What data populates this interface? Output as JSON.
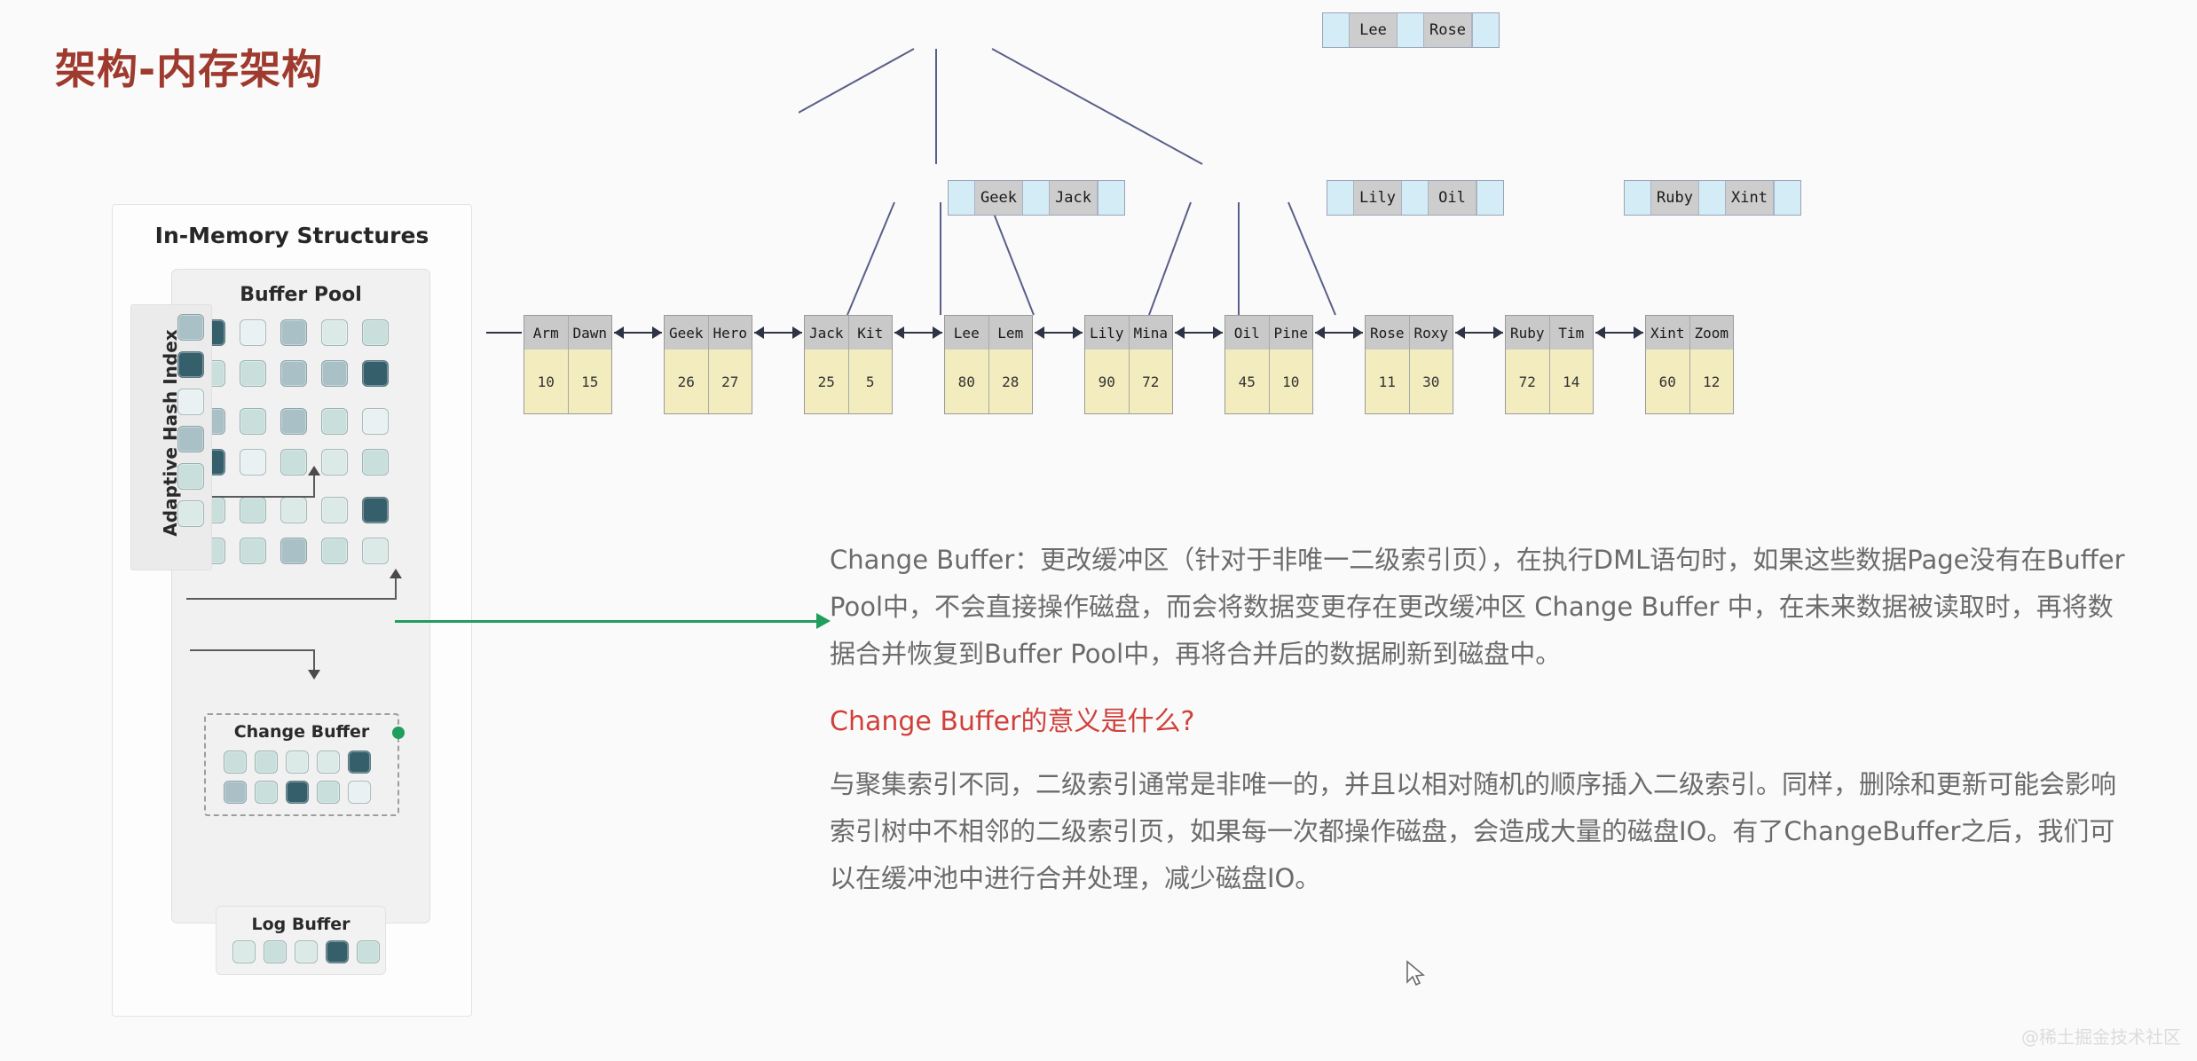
{
  "page": {
    "title": "架构-内存架构",
    "title_color": "#9e3a2e",
    "watermark": "@稀土掘金技术社区",
    "background": "#fbfafa"
  },
  "memory_diagram": {
    "heading": "In-Memory Structures",
    "buffer_pool_label": "Buffer Pool",
    "adaptive_hash_index_label": "Adaptive Hash Index",
    "change_buffer_label": "Change Buffer",
    "log_buffer_label": "Log Buffer",
    "connector_color": "#1f9e5c",
    "tile_palette": {
      "dark": "#355f6b",
      "mid": "#a8c0c6",
      "light": "#c8dfdc",
      "pale": "#dbeae7",
      "white": "#e9f1f2"
    },
    "adaptive_hash_index_tiles": [
      "mid",
      "dark",
      "white",
      "mid",
      "light",
      "pale"
    ],
    "buffer_pool_tiles": [
      [
        "dark",
        "white",
        "mid",
        "pale",
        "light"
      ],
      [
        "light",
        "light",
        "mid",
        "mid",
        "dark"
      ],
      [
        "mid",
        "light",
        "mid",
        "light",
        "white"
      ],
      [
        "dark",
        "white",
        "light",
        "pale",
        "light"
      ],
      [
        "light",
        "light",
        "pale",
        "pale",
        "dark"
      ],
      [
        "light",
        "light",
        "mid",
        "light",
        "pale"
      ]
    ],
    "change_buffer_tiles": [
      [
        "light",
        "light",
        "pale",
        "pale",
        "dark"
      ],
      [
        "mid",
        "light",
        "dark",
        "light",
        "white"
      ]
    ],
    "log_buffer_tiles": [
      "pale",
      "light",
      "pale",
      "dark",
      "light"
    ]
  },
  "btree": {
    "root": {
      "keys": [
        "Lee",
        "Rose"
      ]
    },
    "internal": [
      {
        "keys": [
          "Geek",
          "Jack"
        ]
      },
      {
        "keys": [
          "Lily",
          "Oil"
        ]
      },
      {
        "keys": [
          "Ruby",
          "Xint"
        ]
      }
    ],
    "leaves": [
      {
        "keys": [
          "Arm",
          "Dawn"
        ],
        "values": [
          "10",
          "15"
        ]
      },
      {
        "keys": [
          "Geek",
          "Hero"
        ],
        "values": [
          "26",
          "27"
        ]
      },
      {
        "keys": [
          "Jack",
          "Kit"
        ],
        "values": [
          "25",
          "5"
        ]
      },
      {
        "keys": [
          "Lee",
          "Lem"
        ],
        "values": [
          "80",
          "28"
        ]
      },
      {
        "keys": [
          "Lily",
          "Mina"
        ],
        "values": [
          "90",
          "72"
        ]
      },
      {
        "keys": [
          "Oil",
          "Pine"
        ],
        "values": [
          "45",
          "10"
        ]
      },
      {
        "keys": [
          "Rose",
          "Roxy"
        ],
        "values": [
          "11",
          "30"
        ]
      },
      {
        "keys": [
          "Ruby",
          "Tim"
        ],
        "values": [
          "72",
          "14"
        ]
      },
      {
        "keys": [
          "Xint",
          "Zoom"
        ],
        "values": [
          "60",
          "12"
        ]
      }
    ],
    "key_cell_color": "#cdcdcd",
    "pointer_cell_color": "#d3ecf6",
    "leaf_value_color": "#f2ecbe",
    "edge_color": "#5a5f8a"
  },
  "content": {
    "paragraph_1": "Change Buffer：更改缓冲区（针对于非唯一二级索引页），在执行DML语句时，如果这些数据Page没有在Buffer Pool中，不会直接操作磁盘，而会将数据变更存在更改缓冲区 Change Buffer 中，在未来数据被读取时，再将数据合并恢复到Buffer Pool中，再将合并后的数据刷新到磁盘中。",
    "heading_2": "Change Buffer的意义是什么?",
    "heading_2_color": "#d0403b",
    "paragraph_2": "与聚集索引不同，二级索引通常是非唯一的，并且以相对随机的顺序插入二级索引。同样，删除和更新可能会影响索引树中不相邻的二级索引页，如果每一次都操作磁盘，会造成大量的磁盘IO。有了ChangeBuffer之后，我们可以在缓冲池中进行合并处理，减少磁盘IO。"
  }
}
